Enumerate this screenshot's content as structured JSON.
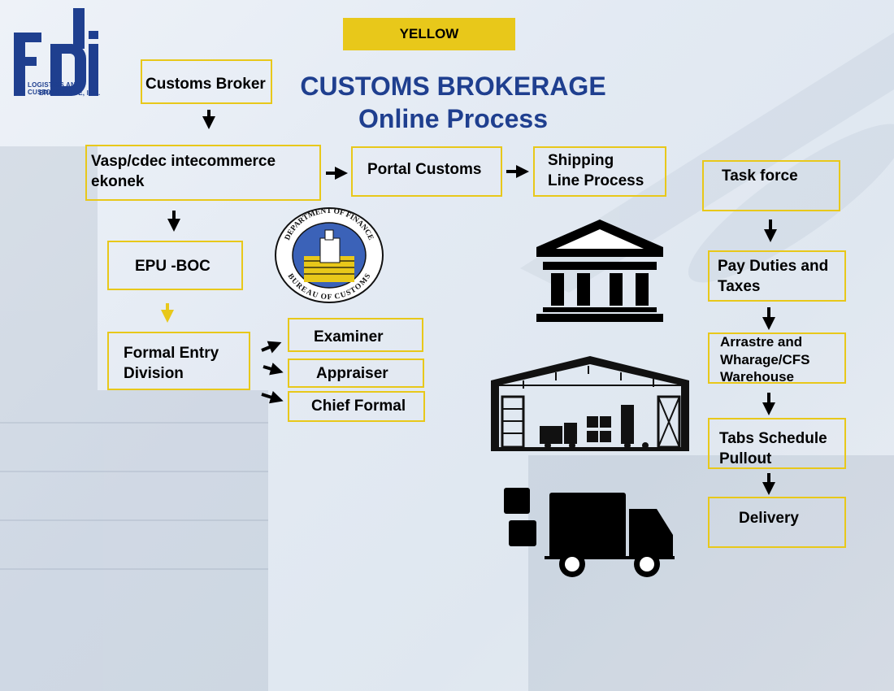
{
  "logo": {
    "letters": "fdi",
    "line1": "LOGISTICS AND CUSTOMS",
    "line2": "BROKERAGE, INC."
  },
  "badge": "YELLOW",
  "title": {
    "line1": "CUSTOMS BROKERAGE",
    "line2": "Online Process"
  },
  "seal": {
    "top": "DEPARTMENT OF FINANCE",
    "bottom": "BUREAU OF CUSTOMS"
  },
  "boxes": {
    "customs_broker": "Customs Broker",
    "vasp": "Vasp/cdec intecommerce\nekonek",
    "portal": "Portal Customs",
    "shipping": "Shipping\nLine Process",
    "epu": "EPU -BOC",
    "formal_entry": "Formal Entry\nDivision",
    "examiner": "Examiner",
    "appraiser": "Appraiser",
    "chief_formal": "Chief Formal",
    "task_force": "Task force",
    "pay_duties": "Pay Duties and\nTaxes",
    "arrastre": "Arrastre and\nWharage/CFS\nWarehouse",
    "tabs": "Tabs Schedule\nPullout",
    "delivery": "Delivery"
  },
  "icons": [
    "bank-icon",
    "warehouse-icon",
    "truck-icon",
    "customs-seal-icon"
  ],
  "colors": {
    "accent": "#e8c81a",
    "title": "#1f3f8f",
    "arrow_yellow": "#e8c81a"
  }
}
